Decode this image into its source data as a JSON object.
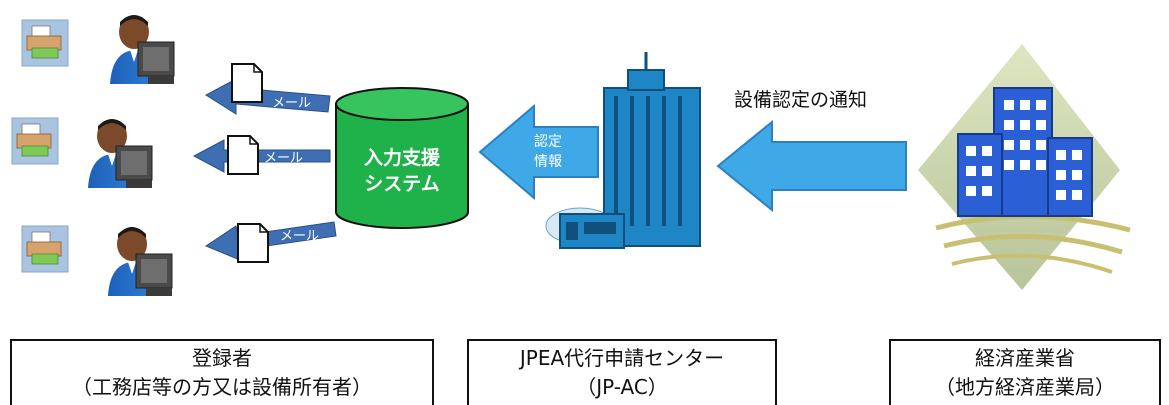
{
  "system_label": [
    "入力支援",
    "システム"
  ],
  "mail_label": "メール",
  "arrow_cert_info": [
    "認定",
    "情報"
  ],
  "notice_label": "設備認定の通知",
  "boxes": {
    "registrant": {
      "line1": "登録者",
      "line2": "（工務店等の方又は設備所有者）"
    },
    "center": {
      "line1": "JPEA代行申請センター",
      "line2": "（JP-AC）"
    },
    "ministry": {
      "line1": "経済産業省",
      "line2": "（地方経済産業局）"
    }
  },
  "colors": {
    "cylinder": "#1fb14a",
    "arrow_fill": "#3fa9e8",
    "arrow_stroke": "#2c7fc0",
    "mail_arrow": "#3f6fb3",
    "building": "#1e86c6",
    "ministry_building": "#2a5fd6"
  }
}
